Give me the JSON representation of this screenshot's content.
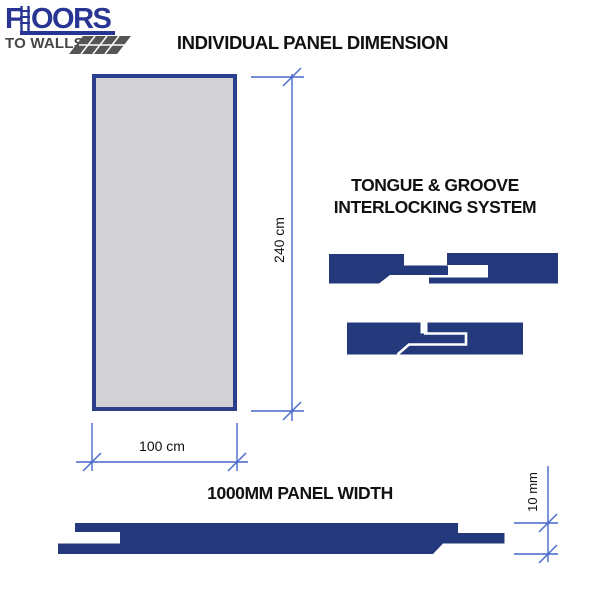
{
  "logo": {
    "floors_f": "F",
    "floors_rest": "OORS",
    "to_walls": "TO WALLS",
    "ladder_icon": "ladder-icon",
    "tiles_icon": "floor-tiles-icon"
  },
  "headings": {
    "individual_panel": "INDIVIDUAL PANEL DIMENSION",
    "tongue_groove_line1": "TONGUE & GROOVE",
    "tongue_groove_line2": "INTERLOCKING SYSTEM",
    "panel_width": "1000MM PANEL WIDTH"
  },
  "dimensions": {
    "panel_height": "240 cm",
    "panel_width": "100 cm",
    "panel_thickness": "10 mm"
  },
  "colors": {
    "profile_navy": "#24397b",
    "panel_border": "#2b3f8e",
    "panel_fill": "#d2d2d4",
    "dimension_blue": "#4667cb",
    "text": "#111111",
    "logo_navy": "#283593",
    "logo_gray": "#474747",
    "background": "#ffffff"
  }
}
